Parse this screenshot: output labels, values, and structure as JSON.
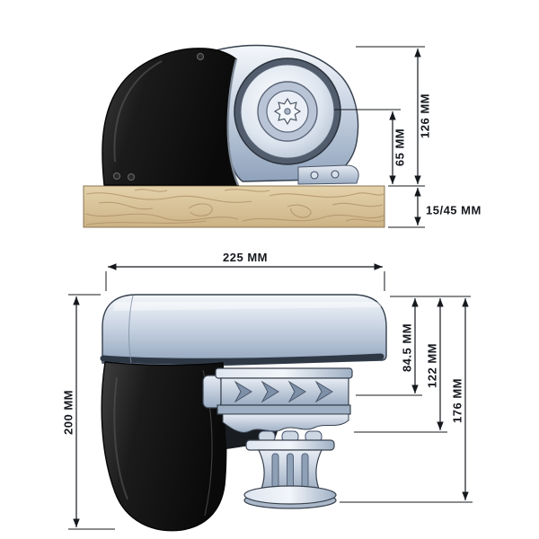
{
  "diagram": {
    "type": "technical-dimension-drawing",
    "subject": "anchor-windlass-two-views",
    "dims": {
      "top_view": {
        "overall_height": "126 MM",
        "gypsy_height": "65 MM",
        "deck_thickness": "15/45 MM"
      },
      "bottom_view": {
        "overall_width": "225 MM",
        "overall_height": "200 MM",
        "clearance_1": "84.5 MM",
        "clearance_2": "122 MM",
        "clearance_3": "176 MM"
      }
    },
    "colors": {
      "dimension_ink": "#15181d",
      "deck_wood": "#dcc69c",
      "wood_grain": "#b2946a",
      "metal_light": "#eef2f8",
      "metal_dark": "#8fa2bb",
      "cover_black": "#141414"
    }
  }
}
